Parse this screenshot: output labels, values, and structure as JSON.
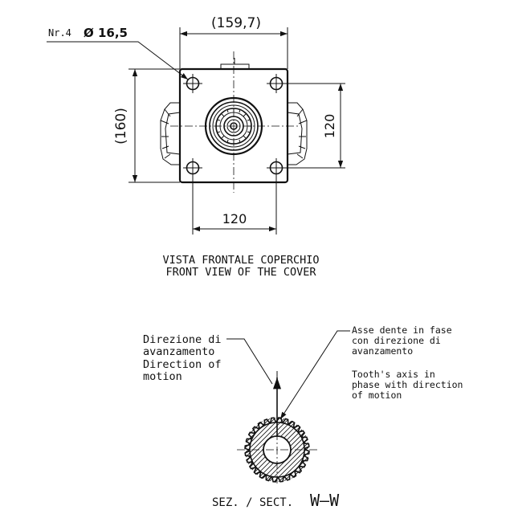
{
  "front_view": {
    "hole_callout_prefix": "Nr.4",
    "hole_callout_value": "Ø 16,5",
    "dim_width_top": "(159,7)",
    "dim_height_left": "(160)",
    "dim_height_right": "120",
    "dim_width_bottom": "120",
    "caption_it": "VISTA FRONTALE COPERCHIO",
    "caption_en": "FRONT VIEW OF THE COVER"
  },
  "section_view": {
    "direction_lines": [
      "Direzione di",
      "avanzamento",
      "Direction of",
      "motion"
    ],
    "axis_it_lines": [
      "Asse dente in fase",
      "con direzione di",
      "avanzamento"
    ],
    "axis_en_lines": [
      "Tooth's axis in",
      "phase with direction",
      "of motion"
    ],
    "caption_prefix": "SEZ. / SECT.",
    "caption_section": "W—W"
  }
}
